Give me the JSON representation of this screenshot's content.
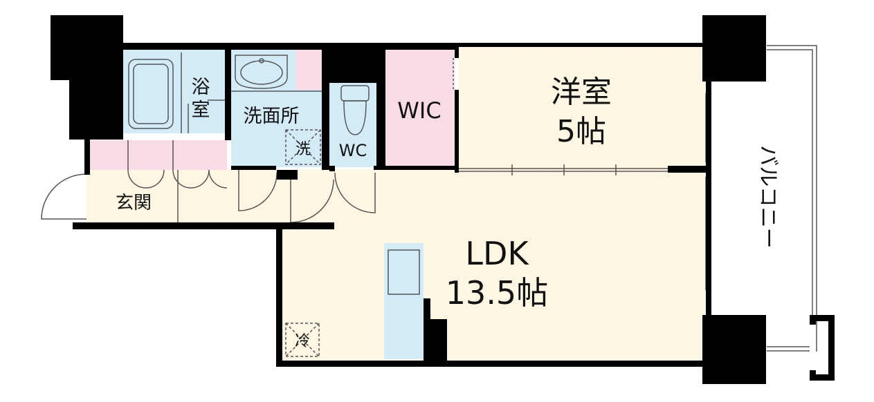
{
  "rooms": {
    "bath": {
      "line1": "浴",
      "line2": "室"
    },
    "washroom": {
      "label": "洗面所"
    },
    "washer": {
      "label": "洗"
    },
    "wc": {
      "label": "WC"
    },
    "wic": {
      "label": "WIC"
    },
    "western": {
      "name": "洋室",
      "size": "5帖"
    },
    "ldk": {
      "name": "LDK",
      "size": "13.5帖"
    },
    "entrance": {
      "label": "玄関"
    },
    "fridge": {
      "label": "冷"
    },
    "balcony": {
      "label": "バルコニー"
    }
  },
  "colors": {
    "wall": "#000000",
    "living_floor": "#fdf6e3",
    "wet_area": "#d3ebf7",
    "storage": "#f7dbe6",
    "line": "#555555",
    "white": "#ffffff"
  }
}
